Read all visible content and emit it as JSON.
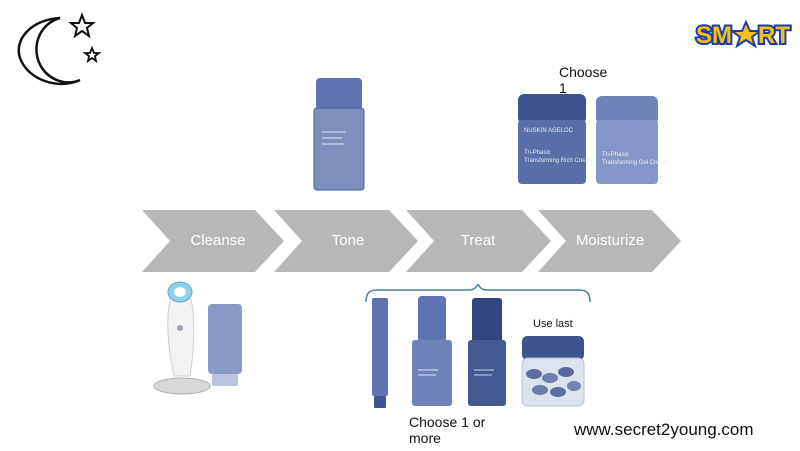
{
  "logo": {
    "text": "SMART",
    "color_blue": "#1f3fa8",
    "color_yellow": "#f4c20d"
  },
  "steps": [
    {
      "label": "Cleanse"
    },
    {
      "label": "Tone"
    },
    {
      "label": "Treat"
    },
    {
      "label": "Moisturize"
    }
  ],
  "labels": {
    "choose_top_line1": "Choose",
    "choose_top_line2": "1",
    "choose_bottom_line1": "Choose 1 or",
    "choose_bottom_line2": "more",
    "use_last": "Use last",
    "website": "www.secret2young.com"
  },
  "product_text": {
    "rich_cream_brand": "NUSKIN AGELOC",
    "rich_cream_line1": "Tri-Phasic",
    "rich_cream_line2": "Transforming Rich Cream",
    "gel_cream_line1": "Tri-Phasic",
    "gel_cream_line2": "Transforming Gel Cream"
  },
  "colors": {
    "chevron": "#b7b7b7",
    "product_blue": "#5f73b3",
    "product_dark": "#33457f",
    "bracket": "#4f7f96"
  },
  "icons": [
    "moon-icon",
    "star-icon",
    "star-icon",
    "smart-logo",
    "cleansing-device-icon"
  ]
}
